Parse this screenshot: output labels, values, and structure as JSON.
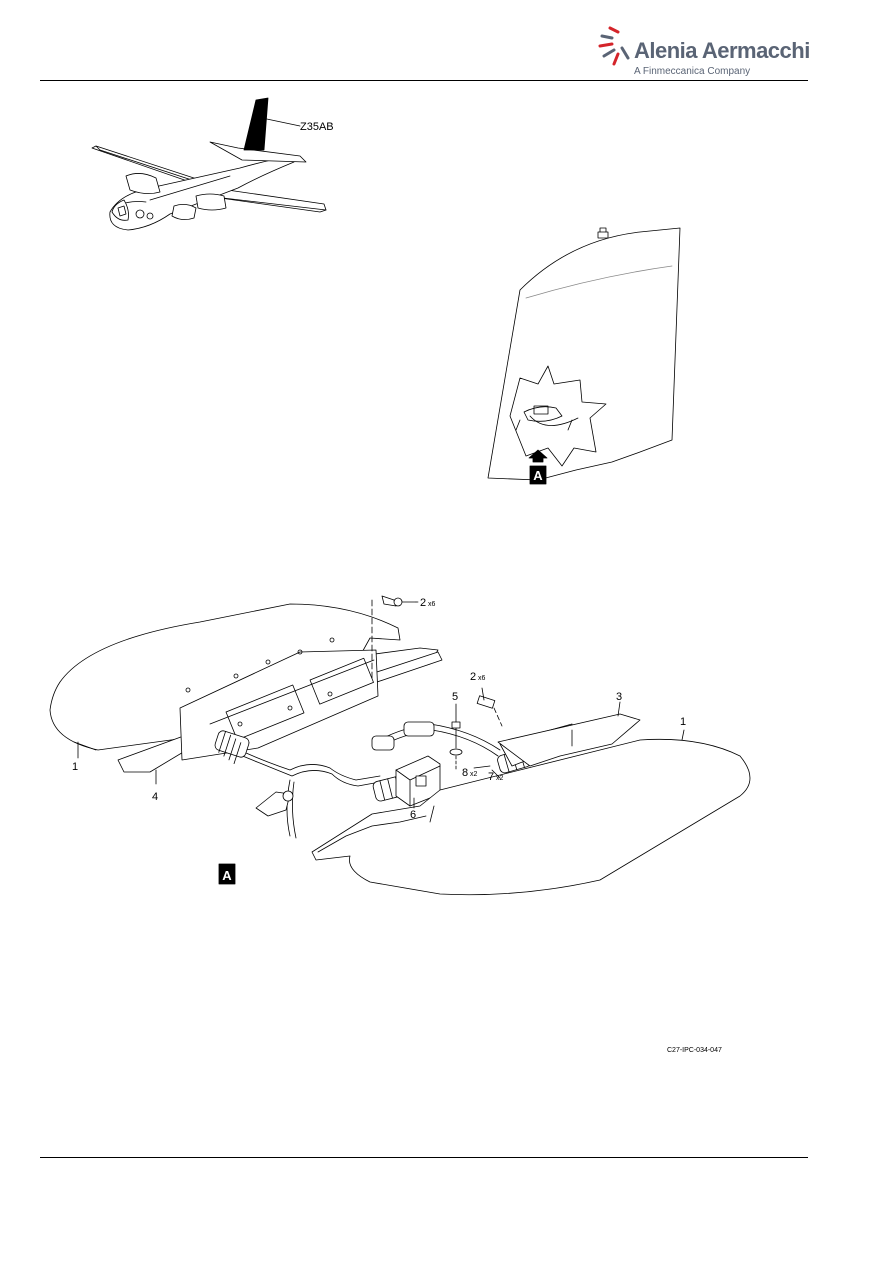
{
  "header": {
    "brand": "Alenia Aermacchi",
    "tagline": "A Finmeccanica Company"
  },
  "overview": {
    "zone_label": "Z35AB"
  },
  "detail": {
    "view_letter": "A"
  },
  "callouts": [
    {
      "num": "1"
    },
    {
      "num": "1"
    },
    {
      "num": "2",
      "mult": "x6"
    },
    {
      "num": "2",
      "mult": "x6"
    },
    {
      "num": "3"
    },
    {
      "num": "4"
    },
    {
      "num": "5"
    },
    {
      "num": "6"
    },
    {
      "num": "7",
      "mult": "x2"
    },
    {
      "num": "8",
      "mult": "x2"
    }
  ],
  "figure_code": "C27-IPC-034-047",
  "colors": {
    "brand_gray": "#5a6475",
    "accent_red": "#d4242a"
  }
}
